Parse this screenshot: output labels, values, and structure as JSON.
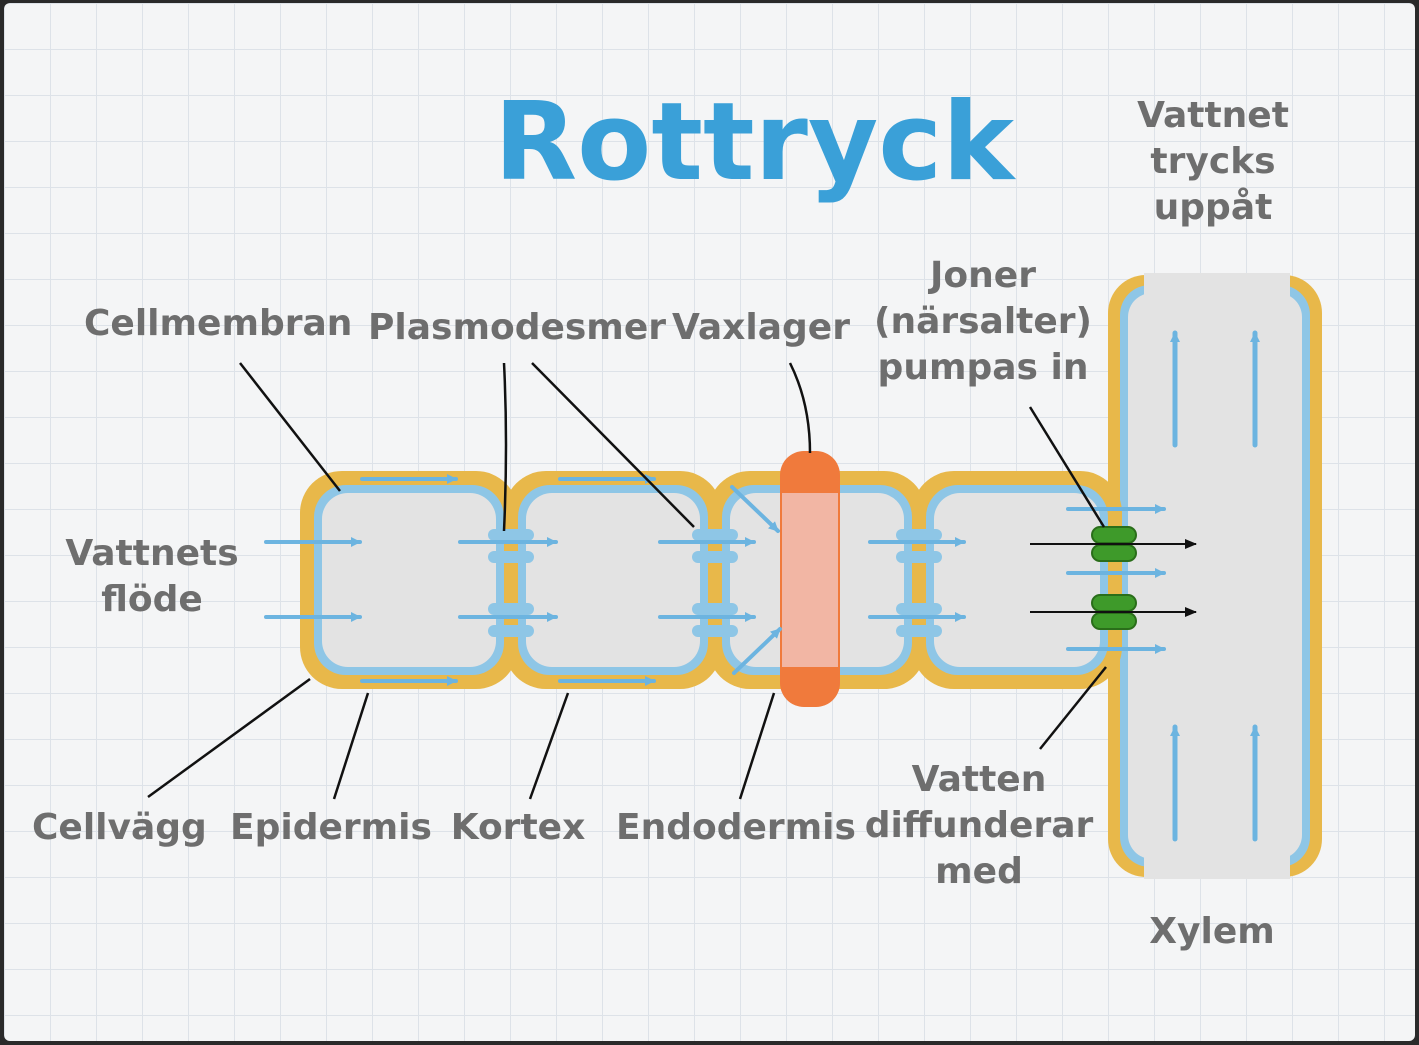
{
  "title": "Rottryck",
  "labels": {
    "cellmembran": "Cellmembran",
    "plasmodesmer": "Plasmodesmer",
    "vaxlager": "Vaxlager",
    "joner": "Joner\n(närsalter)\npumpas in",
    "vattnet_trycks": "Vattnet\ntrycks\nuppåt",
    "vattnets_flode": "Vattnets\nflöde",
    "cellvagg": "Cellvägg",
    "epidermis": "Epidermis",
    "kortex": "Kortex",
    "endodermis": "Endodermis",
    "vatten_diffunderar": "Vatten\ndiffunderar\nmed",
    "xylem": "Xylem"
  },
  "colors": {
    "title": "#3aa0d8",
    "cell_wall": "#e8b84a",
    "cell_membrane": "#8ec6e6",
    "cytoplasm": "#e3e3e3",
    "water_arrow": "#6cb4e0",
    "wax_layer": "#f07a3c",
    "ion_pump": "#3e9a2a",
    "label": "#6e6e6e"
  }
}
